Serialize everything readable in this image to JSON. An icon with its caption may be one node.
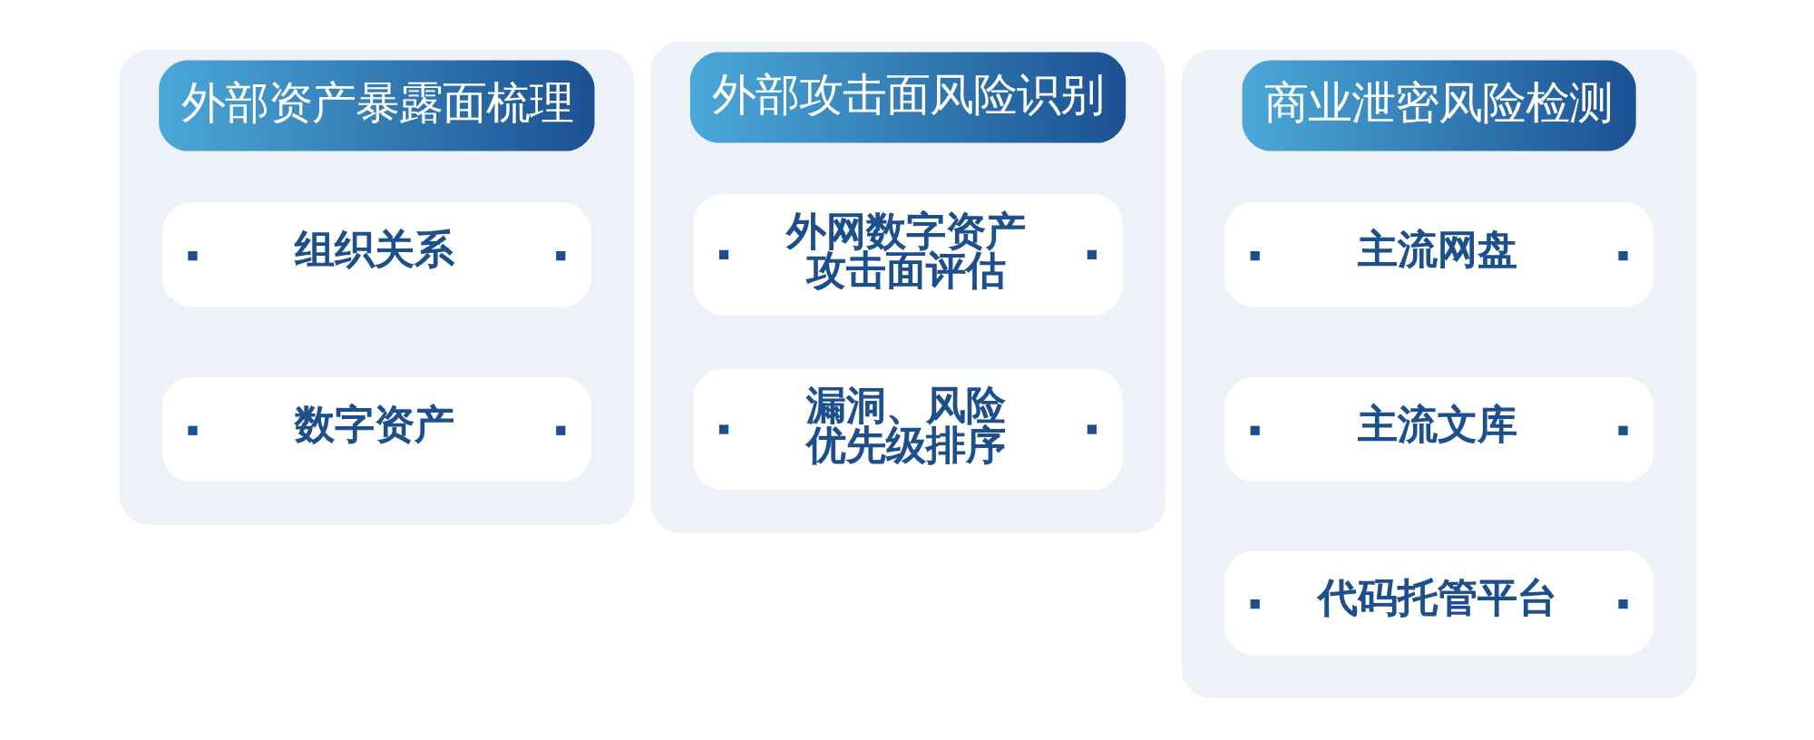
{
  "diagram": {
    "nodes": [
      {
        "text": [
          "外部资产暴露面梳理"
        ]
      },
      {
        "text": [
          "组织关系"
        ],
        "in": 0
      },
      {
        "text": [
          "数字资产"
        ],
        "in": 0
      },
      {
        "text": [
          "外部攻击面风险识别"
        ]
      },
      {
        "text": [
          "外网数字资产攻击面评估"
        ],
        "in": 3
      },
      {
        "text": [
          "漏洞、风险优先级排序"
        ],
        "in": 3
      },
      {
        "text": [
          "商业泄密风险检测"
        ]
      },
      {
        "text": [
          "主流网盘"
        ],
        "in": 6
      },
      {
        "text": [
          "主流文库"
        ],
        "in": 6
      },
      {
        "text": [
          "代码托管平台"
        ],
        "in": 6
      }
    ]
  }
}
